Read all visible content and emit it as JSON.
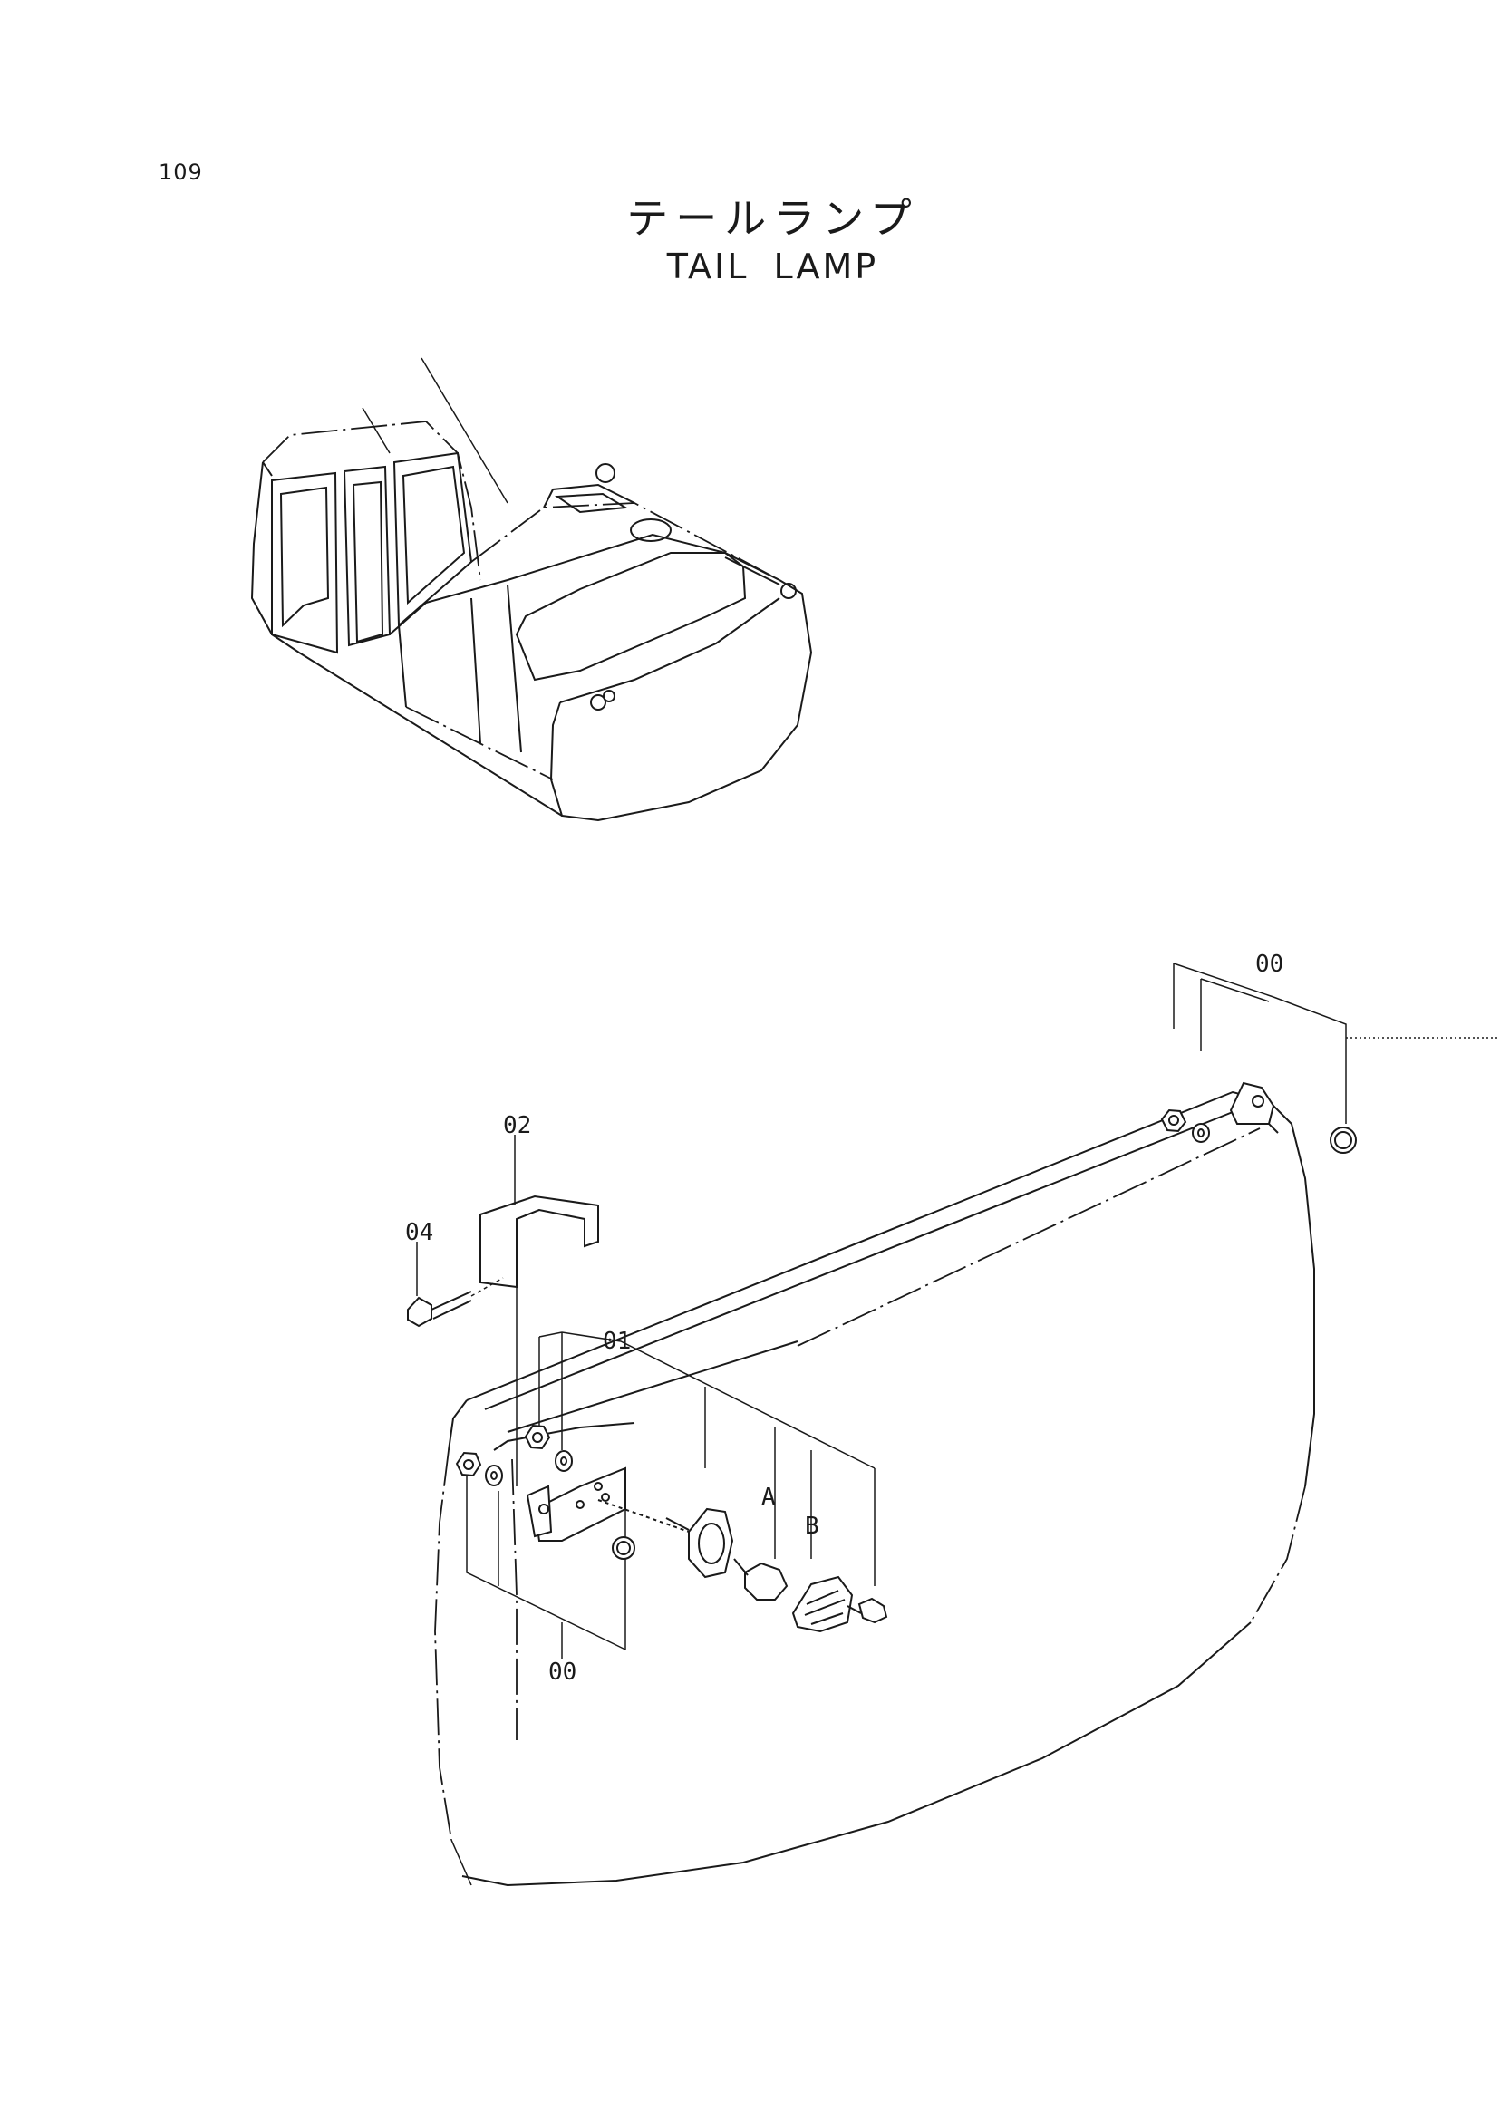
{
  "page": {
    "number": "109",
    "title_jp": "テールランプ",
    "title_en": "TAIL LAMP"
  },
  "callouts": {
    "c00_top": "00",
    "c02": "02",
    "c04": "04",
    "c01": "01",
    "cA": "A",
    "cB": "B",
    "c00_bottom": "00"
  }
}
